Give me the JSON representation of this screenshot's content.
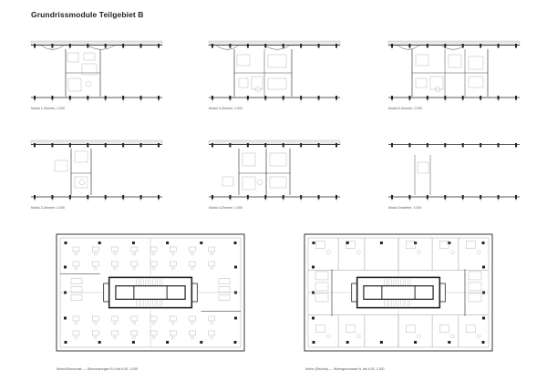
{
  "page_title": "Grundrissmodule Teilgebiet B",
  "modules": [
    {
      "id": "m1",
      "caption": "Modul 1-Zimmer, 1:200"
    },
    {
      "id": "m2",
      "caption": "Modul 3-Zimmer, 1:200"
    },
    {
      "id": "m3",
      "caption": "Modul 5-Zimmer, 1:200"
    },
    {
      "id": "m4",
      "caption": "Modul 2-Zimmer, 1:200"
    },
    {
      "id": "m5",
      "caption": "Modul 4-Zimmer, 1:200"
    },
    {
      "id": "m6",
      "caption": "Modul Gewerbe, 1:200"
    }
  ],
  "plans": [
    {
      "id": "office",
      "caption": "Wohn/Büro/sonst. — Büronutzungen 5.0 bis 6.00, 1:200"
    },
    {
      "id": "residential",
      "caption": "Wohn (Struktur) — Wohngeschosse N. bis 6.00, 1:200"
    }
  ],
  "colors": {
    "line": "#222222",
    "light": "#9a9a9a",
    "band": "#e9e9e9"
  }
}
